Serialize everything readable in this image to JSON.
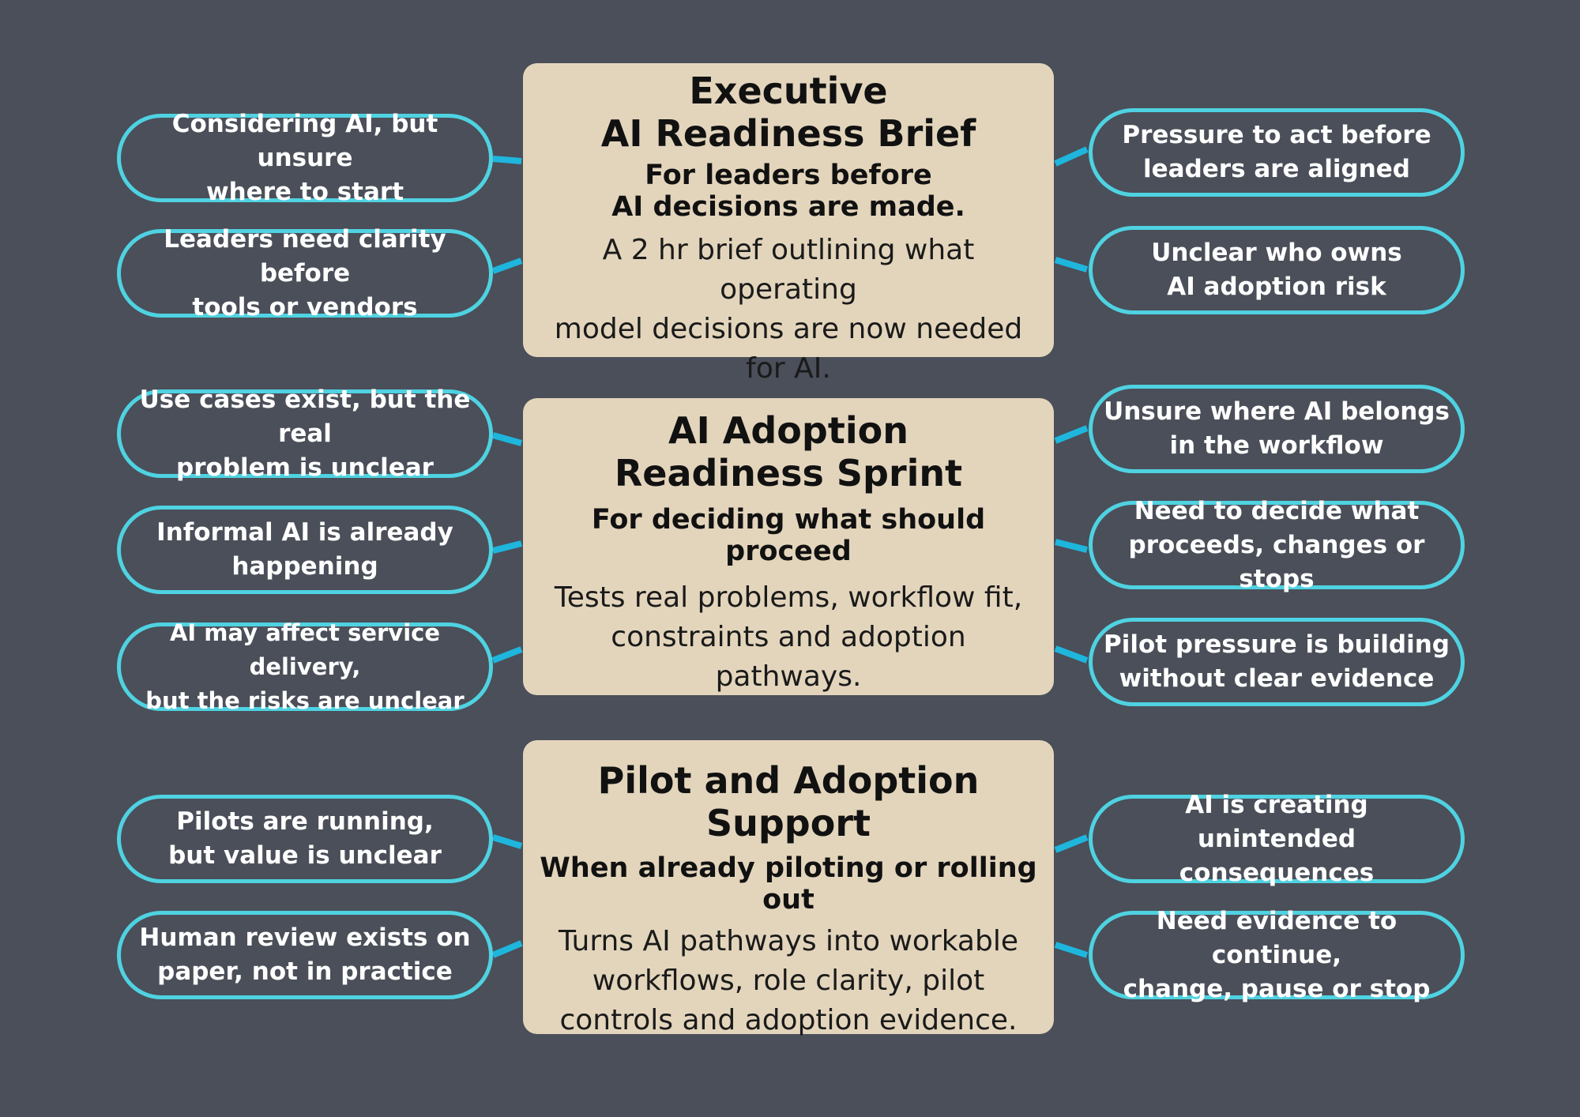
{
  "colors": {
    "background": "#4a4f59",
    "card": "#e3d5bc",
    "pill_border": "#4fd2e1",
    "connector": "#1eb6dd"
  },
  "cards": [
    {
      "title": "Executive\nAI Readiness Brief",
      "subtitle": "For leaders before\nAI decisions are made.",
      "description": "A 2 hr brief outlining what operating\nmodel decisions are now needed\nfor AI."
    },
    {
      "title": "AI Adoption\nReadiness Sprint",
      "subtitle": "For deciding what should proceed",
      "description": "Tests real problems, workflow fit,\nconstraints and adoption\npathways."
    },
    {
      "title": "Pilot and Adoption\nSupport",
      "subtitle": "When already piloting or rolling out",
      "description": "Turns AI pathways into workable\nworkflows, role clarity, pilot\ncontrols and adoption evidence."
    }
  ],
  "left_pills": [
    "Considering AI, but unsure\nwhere to start",
    "Leaders need clarity before\ntools or vendors",
    "Use cases exist, but the real\nproblem is unclear",
    "Informal AI is already\nhappening",
    "AI may affect service delivery,\nbut the risks are unclear",
    "Pilots are running,\nbut value is unclear",
    "Human review exists on\npaper, not in practice"
  ],
  "right_pills": [
    "Pressure to act before\nleaders are aligned",
    "Unclear who owns\nAI adoption risk",
    "Unsure where AI belongs\nin the workflow",
    "Need to decide what\nproceeds, changes or stops",
    "Pilot pressure is building\nwithout clear evidence",
    "AI is creating unintended\nconsequences",
    "Need evidence to continue,\nchange, pause or stop"
  ]
}
